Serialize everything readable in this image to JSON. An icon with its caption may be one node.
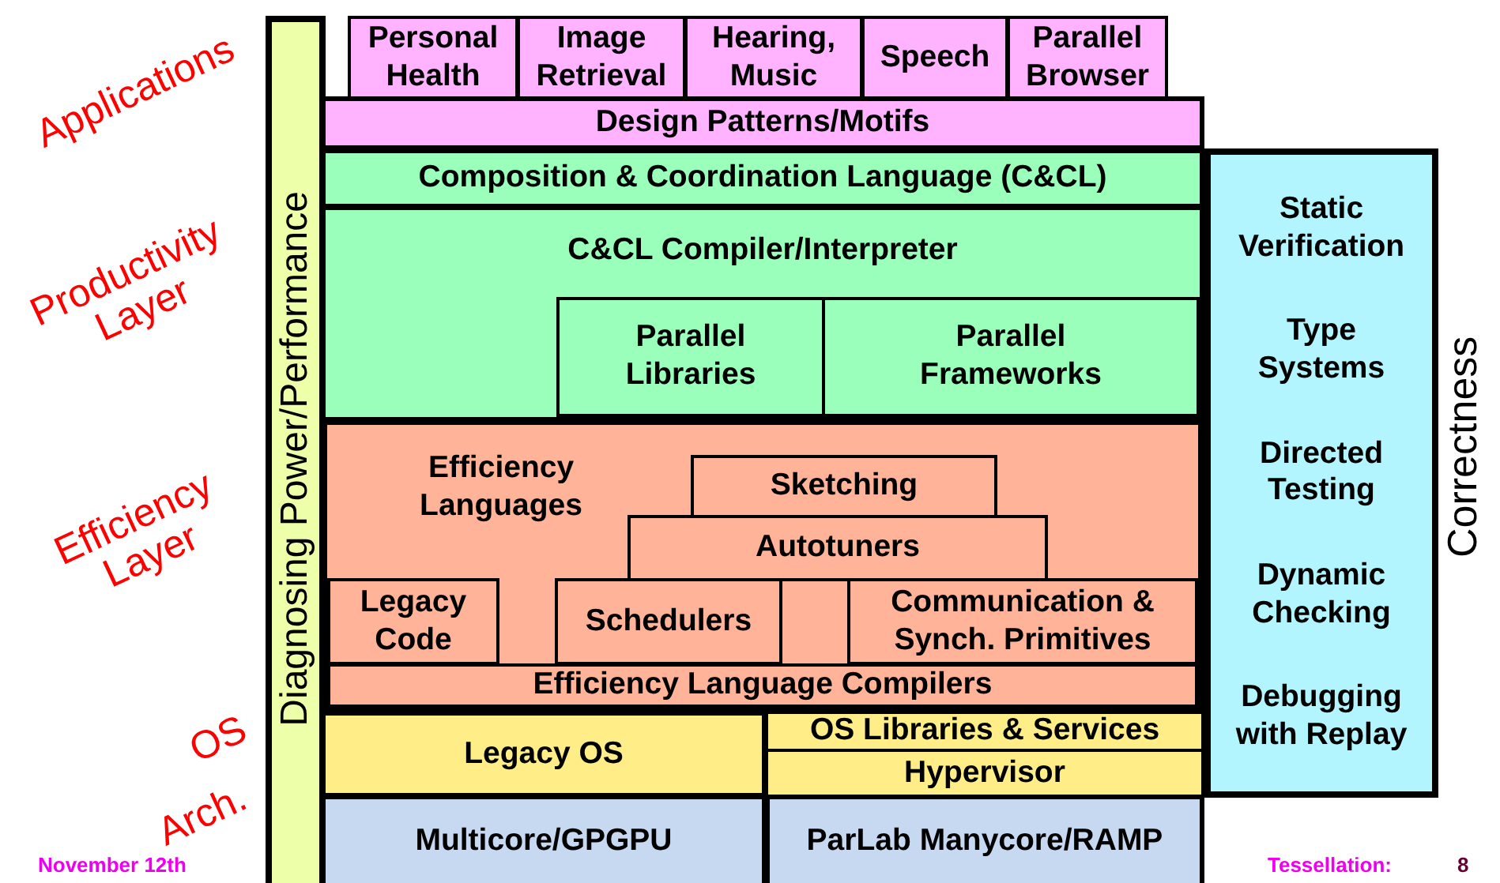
{
  "diagram": {
    "nodes": [
      {
        "text": [
          "Diagnosing Power/Performance"
        ]
      },
      {
        "text": [
          "Personal Health"
        ]
      },
      {
        "text": [
          "Image Retrieval"
        ]
      },
      {
        "text": [
          "Hearing, Music"
        ]
      },
      {
        "text": [
          "Speech"
        ]
      },
      {
        "text": [
          "Parallel Browser"
        ]
      },
      {
        "text": [
          "Design Patterns/Motifs"
        ]
      },
      {
        "text": [
          "Composition & Coordination Language (C&CL)"
        ]
      },
      {
        "text": [
          "C&CL Compiler/Interpreter"
        ]
      },
      {
        "text": [
          "Parallel Libraries"
        ],
        "in": 8
      },
      {
        "text": [
          "Parallel Frameworks"
        ],
        "in": 8
      },
      {
        "text": [
          "Efficiency Languages"
        ]
      },
      {
        "text": [
          "Sketching"
        ],
        "in": 11
      },
      {
        "text": [
          "Autotuners"
        ],
        "in": 11
      },
      {
        "text": [
          "Legacy Code"
        ],
        "in": 11
      },
      {
        "text": [
          "Schedulers"
        ],
        "in": 11
      },
      {
        "text": [
          "Communication & Synch. Primitives"
        ],
        "in": 11
      },
      {
        "text": [
          "Efficiency Language Compilers"
        ],
        "in": 11
      },
      {
        "text": [
          "Legacy OS"
        ]
      },
      {
        "text": [
          "OS Libraries & Services"
        ]
      },
      {
        "text": [
          "Hypervisor"
        ]
      },
      {
        "text": [
          "Multicore/GPGPU"
        ]
      },
      {
        "text": [
          "ParLab Manycore/RAMP"
        ]
      },
      {
        "text": [
          "Static Verification",
          "Type Systems",
          "Directed Testing",
          "Dynamic Checking",
          "Debugging with Replay"
        ],
        "beside": [
          "Correctness"
        ]
      }
    ],
    "labels": [
      "Applications",
      "Productivity Layer",
      "Efficiency Layer",
      "OS",
      "Arch.",
      "November 12th",
      "Tessellation:",
      "8"
    ]
  }
}
